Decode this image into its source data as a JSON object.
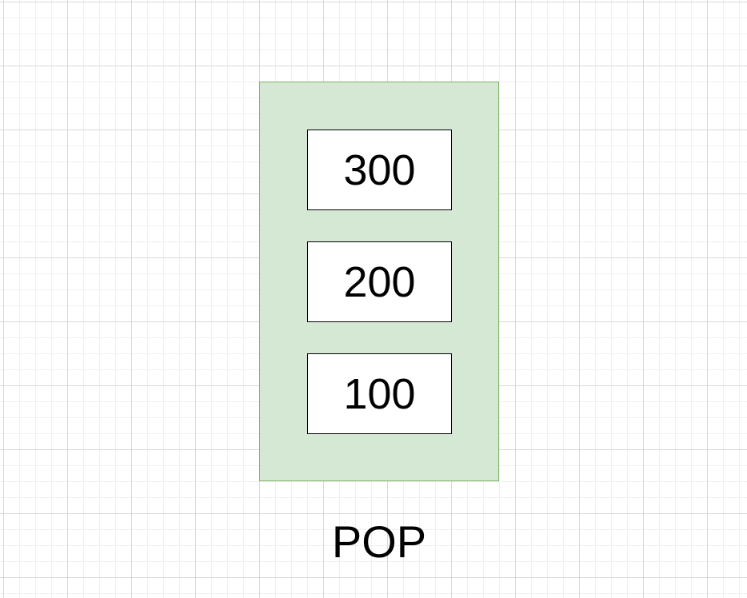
{
  "colors": {
    "container_fill": "#d5e8d4",
    "container_border": "#82b366",
    "item_fill": "#ffffff",
    "item_border": "#000000",
    "text": "#000000",
    "grid_major": "#d9d9d9",
    "grid_minor": "#f0f0f0"
  },
  "stack": {
    "items": [
      {
        "label": "300"
      },
      {
        "label": "200"
      },
      {
        "label": "100"
      }
    ]
  },
  "operation": {
    "label": "POP"
  }
}
